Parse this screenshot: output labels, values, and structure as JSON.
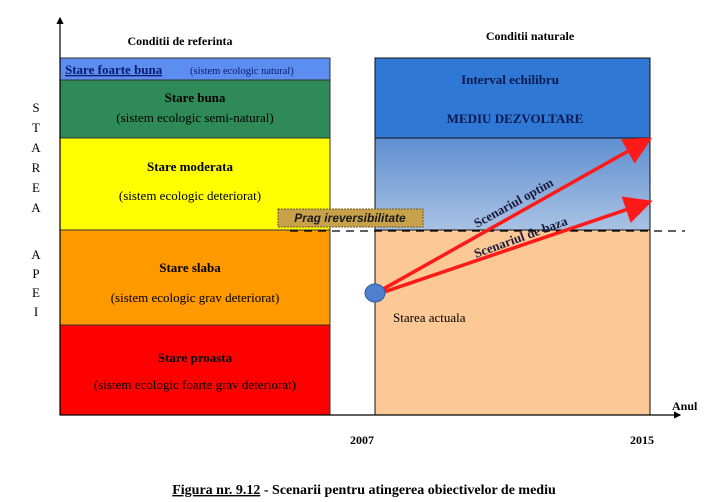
{
  "headers": {
    "reference": "Conditii de referinta",
    "natural": "Conditii naturale"
  },
  "y_axis_label": {
    "top": [
      "S",
      "T",
      "A",
      "R",
      "E",
      "A"
    ],
    "bottom": [
      "A",
      "P",
      "E",
      "I"
    ]
  },
  "x_axis_label": "Anul",
  "x_ticks": [
    "2007",
    "2015"
  ],
  "states": [
    {
      "title": "Stare foarte buna",
      "subtitle": "(sistem ecologic natural)",
      "color": "#5b8ef0"
    },
    {
      "title": "Stare buna",
      "subtitle": "(sistem ecologic semi-natural)",
      "color": "#2e8b57"
    },
    {
      "title": "Stare moderata",
      "subtitle": "(sistem ecologic deteriorat)",
      "color": "#ffff00"
    },
    {
      "title": "Stare slaba",
      "subtitle": "(sistem ecologic grav deteriorat)",
      "color": "#ff9900"
    },
    {
      "title": "Stare proasta",
      "subtitle": "(sistem ecologic foarte grav deteriorat)",
      "color": "#ff0000"
    }
  ],
  "natural": {
    "line1": "Interval echilibru",
    "line2": "MEDIU DEZVOLTARE"
  },
  "threshold": "Prag ireversibilitate",
  "scenarios": {
    "optimal": "Scenariul optim",
    "base": "Scenariul de baza"
  },
  "current_state": "Starea actuala",
  "caption": {
    "number": "Figura nr. 9.12",
    "text": " - Scenarii pentru atingerea obiectivelor de mediu"
  }
}
